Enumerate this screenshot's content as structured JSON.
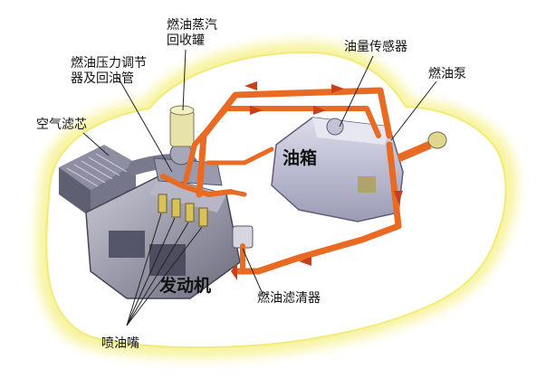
{
  "labels": {
    "evap_canister": [
      "燃油蒸汽",
      "回收罐"
    ],
    "pressure_regulator": [
      "燃油压力调节",
      "器及回油管"
    ],
    "fuel_level_sensor": "油量传感器",
    "fuel_pump": "燃油泵",
    "air_filter": "空气滤芯",
    "fuel_tank": "油箱",
    "engine": "发动机",
    "fuel_filter": "燃油滤清器",
    "injector": "喷油嘴"
  },
  "colors": {
    "car_glow": "#f7f39c",
    "fuel_line": "#e86a23",
    "arrow": "#c8401a"
  }
}
